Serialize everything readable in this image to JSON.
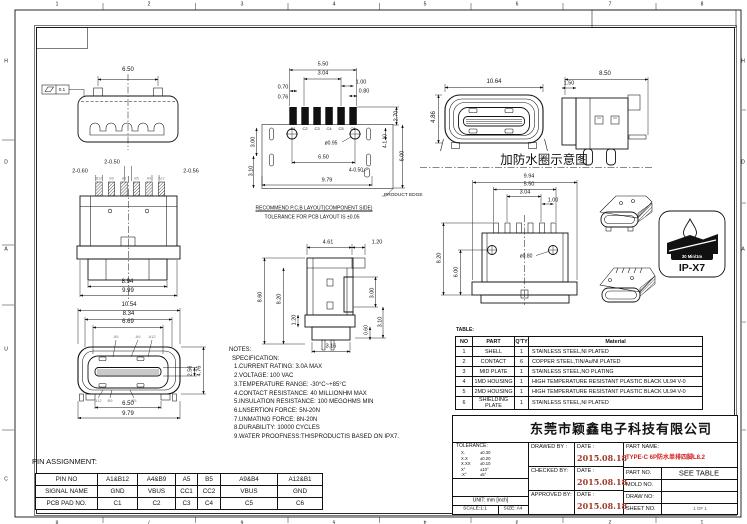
{
  "frame": {
    "top_numbers": [
      "1",
      "2",
      "3",
      "4",
      "5",
      "6",
      "7",
      "8"
    ],
    "bottom_numbers": [
      "8",
      "7",
      "6",
      "5",
      "4",
      "3",
      "2",
      "1"
    ],
    "left_letters": [
      "H",
      "D",
      "A",
      "U",
      "C"
    ],
    "right_letters": [
      "H",
      "D",
      "A"
    ]
  },
  "views": {
    "plug_top": {
      "width": "6.50",
      "flatness": "0.1"
    },
    "rear": {
      "pair_050": "2-0.50",
      "pair_060": "2-0.60",
      "pair_056": "2-0.56",
      "w1": "8.94",
      "w2": "9.99",
      "pins": [
        "B12",
        "B9",
        "A5",
        "B5",
        "A9",
        "A12"
      ]
    },
    "front": {
      "w1": "10.54",
      "w2": "8.34",
      "w3": "6.69",
      "h1": "2.56",
      "h2": "4.76",
      "w4": "6.50",
      "w5": "9.79",
      "top_pins": [
        "A5",
        "A9",
        "A12"
      ],
      "bottom_pins": [
        "B12",
        "B9",
        "B5"
      ]
    },
    "pcb": {
      "w1": "5.50",
      "w2": "3.04",
      "pitch": "1.00",
      "p1": "0.70",
      "p2": "0.76",
      "p3": "0.80",
      "h1": "2.70",
      "slots": "4-1.10",
      "h2": "6.00",
      "h3": "3.00",
      "h4": "3.10",
      "w3": "6.50",
      "w4": "9.79",
      "holes": "4-0.50",
      "hole_dia": "ø0.95",
      "pads": [
        "C1",
        "C2",
        "C3",
        "C4",
        "C5",
        "C6"
      ]
    },
    "side": {
      "w1": "4.61",
      "w2": "1.20",
      "h1": "8.60",
      "h2": "8.20",
      "h3": "1.20",
      "h4": "3.00",
      "h5": "3.10",
      "h6": "0.60",
      "w3": "3.16"
    },
    "wp_front": {
      "w1": "10.64",
      "h1": "4.86"
    },
    "wp_side": {
      "w1": "8.50",
      "w2": "1.50"
    },
    "bottom": {
      "w1": "9.94",
      "w2": "5.50",
      "w3": "3.04",
      "pitch": "1.00",
      "h1": "8.20",
      "h2": "6.00",
      "hole_dia": "ø0.80"
    }
  },
  "captions": {
    "waterproof": "加防水圈示意图",
    "product_edge": "PRODUCT EDGE",
    "pcb_note1": "RECOMMEND P.C.B LAYOUT(COMPONENT SIDE)",
    "pcb_note2": "TOLERANCE FOR PCB LAYOUT IS ±0.05"
  },
  "notes": {
    "title": "NOTES:",
    "subtitle": "SPECIFICATION:",
    "items": [
      "1.CURRENT RATING: 3.0A MAX",
      "2.VOLTAGE: 100 VAC",
      "3.TEMPERATURE RANGE: -30°C~+85°C",
      "4.CONTACT RESISTANCE: 40 MILLIONHM MAX",
      "5.INSULATION RESISTANCE: 100 MEGOHMS MIN",
      "6.LNSERTION FORCE: 5N-20N",
      "7.UNMATING FORCE: 8N-20N",
      "8.DURABILITY: 10000 CYCLES",
      "9.WATER PROOFNESS:THISPRODUCTIS BASED ON IPX7."
    ]
  },
  "ipx7": {
    "duration": "30 Min/1m",
    "rating": "IP-X7"
  },
  "pin_assignment": {
    "title": "PIN ASSIGNMENT:",
    "rows": [
      [
        "PIN NO",
        "A1&B12",
        "A4&B9",
        "A5",
        "B5",
        "A9&B4",
        "A12&B1"
      ],
      [
        "SIGNAL NAME",
        "GND",
        "VBUS",
        "CC1",
        "CC2",
        "VBUS",
        "GND"
      ],
      [
        "PCB PAD NO.",
        "C1",
        "C2",
        "C3",
        "C4",
        "C5",
        "C6"
      ]
    ]
  },
  "parts_table": {
    "title": "TABLE:",
    "headers": [
      "NO",
      "PART",
      "Q'TY",
      "Material"
    ],
    "rows": [
      [
        "1",
        "SHELL",
        "1",
        "STAINLESS STEEL,NI PLATED"
      ],
      [
        "2",
        "CONTACT",
        "6",
        "COPPER STEEL,TIN/Au/NI PLATED"
      ],
      [
        "3",
        "MID PLATE",
        "1",
        "STAINLESS STEEL,NO PLATING"
      ],
      [
        "4",
        "1MD HOUSING",
        "1",
        "HIGH TEMPERATURE RESISTANT PLASTIC BLACK UL94 V-0"
      ],
      [
        "5",
        "2MD HOUSING",
        "1",
        "HIGH TEMPERATURE RESISTANT PLASTIC BLACK UL94 V-0"
      ],
      [
        "6",
        "SHIELDING PLATE",
        "1",
        "STAINLESS STEEL,NI PLATED"
      ]
    ]
  },
  "title_block": {
    "company": "东莞市颖鑫电子科技有限公司",
    "tolerance_label": "TOLERANCE:",
    "tolerances": [
      {
        "k": "X.",
        "v": "±0.30"
      },
      {
        "k": "X.X",
        "v": "±0.20"
      },
      {
        "k": "X.XX",
        "v": "±0.10"
      },
      {
        "k": "X°",
        "v": "±10°"
      },
      {
        "k": ".X°",
        "v": "±5°"
      }
    ],
    "unit": "UNIT: mm [inch]",
    "scale": "SCALE:1:1",
    "size": "SIZE: A4",
    "drawed_label": "DRAWED BY :",
    "checked_label": "CHECKED BY:",
    "approved_label": "APPROVED BY:",
    "date_label": "DATE :",
    "drawed_date": "2015.08.18",
    "checked_date": "2015.08.18",
    "approved_date": "2015.08.18",
    "part_name_label": "PART NAME:",
    "part_name": "TYPE-C 6P防水单排四脚L8.2",
    "part_no_label": "PART NO.",
    "part_no": "SEE TABLE",
    "mold_label": "MOLD NO.",
    "draw_label": "DRAW NO:",
    "sheet_label": "SHEET NO.",
    "sheet_no": "1 OF 1"
  },
  "colors": {
    "part_name_red": "#d22020",
    "stamp_red": "#a63a2a",
    "logo_blue": "#1467b8",
    "logo_orange": "#f6a21c"
  }
}
